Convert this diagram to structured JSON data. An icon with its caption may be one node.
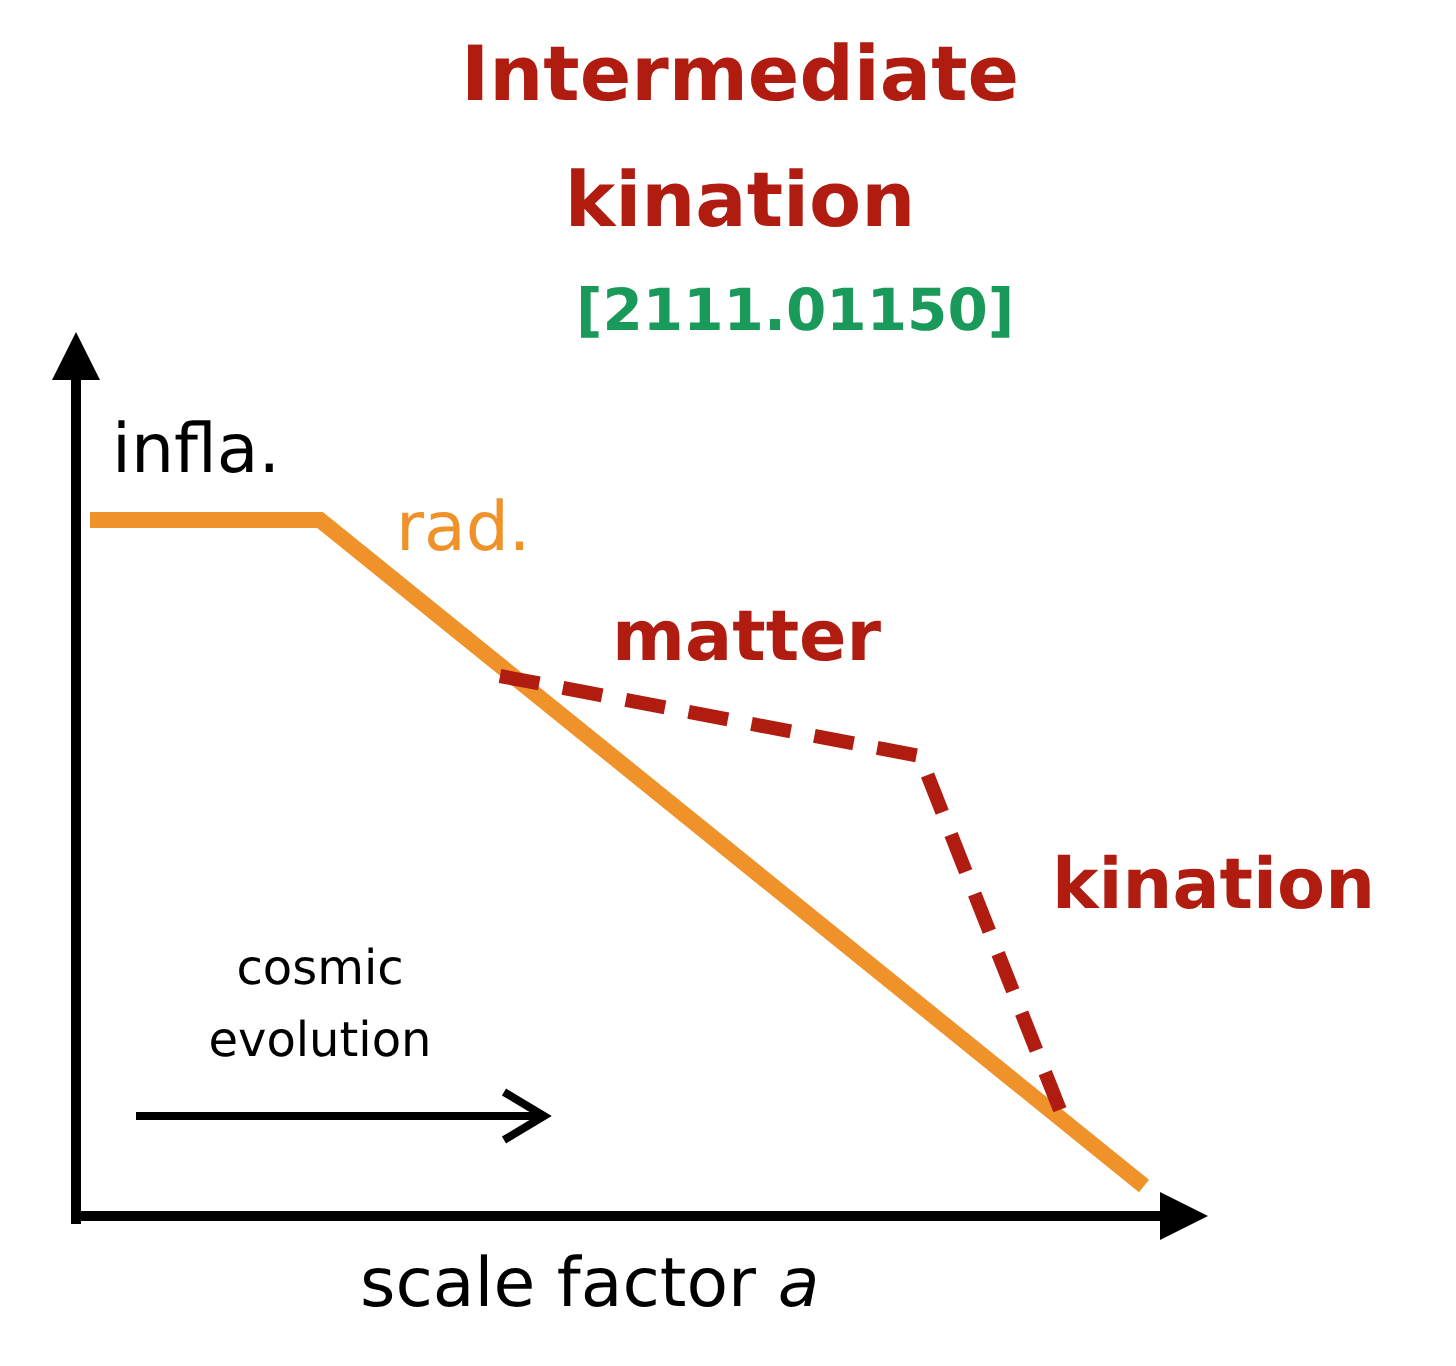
{
  "diagram": {
    "title": "Intermediate kination",
    "labels": [
      "[2111.01150]",
      "infla.",
      "rad.",
      "matter",
      "kination",
      "cosmic evolution",
      "scale factor *a*"
    ]
  }
}
